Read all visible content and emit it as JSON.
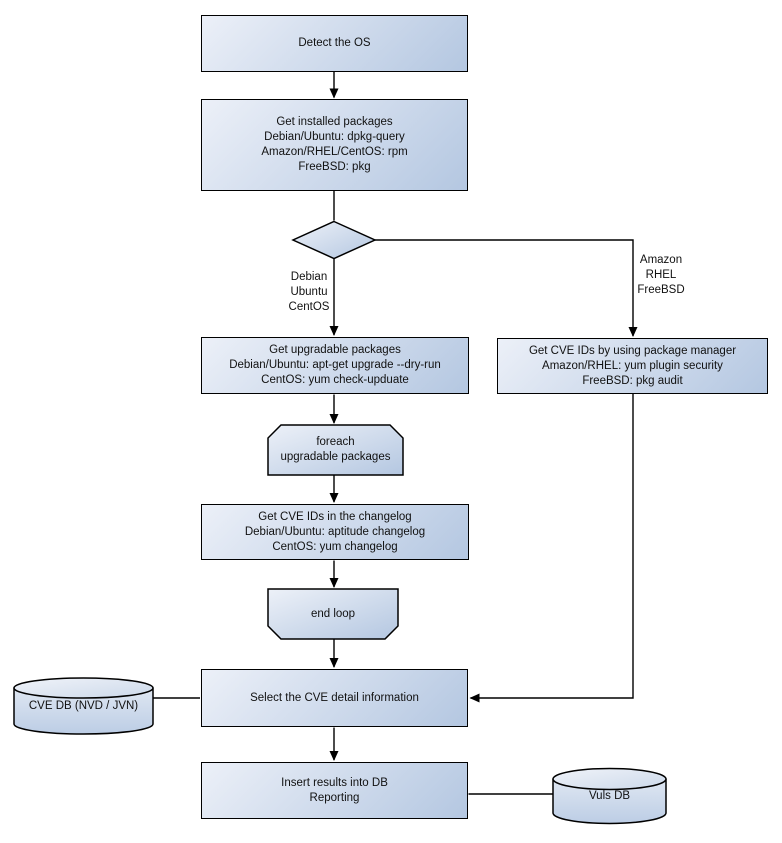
{
  "nodes": {
    "detect_os": {
      "label": "Detect the OS"
    },
    "get_installed_packages": {
      "label": "Get installed packages\nDebian/Ubuntu: dpkg-query\nAmazon/RHEL/CentOS: rpm\nFreeBSD: pkg"
    },
    "get_upgradable_packages": {
      "label": "Get upgradable packages\nDebian/Ubuntu: apt-get upgrade --dry-run\nCentOS: yum check-upduate"
    },
    "get_cve_ids_pkg_manager": {
      "label": "Get CVE IDs by using package manager\nAmazon/RHEL: yum plugin security\nFreeBSD: pkg audit"
    },
    "foreach_loop": {
      "label": "foreach\nupgradable packages"
    },
    "get_cve_ids_changelog": {
      "label": "Get CVE IDs in the changelog\nDebian/Ubuntu: aptitude changelog\nCentOS: yum changelog"
    },
    "end_loop": {
      "label": "end loop"
    },
    "select_cve_detail": {
      "label": "Select the CVE detail information"
    },
    "cve_db": {
      "label": "CVE DB (NVD / JVN)"
    },
    "insert_results": {
      "label": "Insert results into DB\nReporting"
    },
    "vuls_db": {
      "label": "Vuls DB"
    }
  },
  "branch_labels": {
    "left": "Debian\nUbuntu\nCentOS",
    "right": "Amazon\nRHEL\nFreeBSD"
  },
  "colors": {
    "node_fill_light": "#ecf0f8",
    "node_fill_dark": "#b4c7e1",
    "border": "#000000",
    "background": "#ffffff",
    "text": "#111111"
  }
}
